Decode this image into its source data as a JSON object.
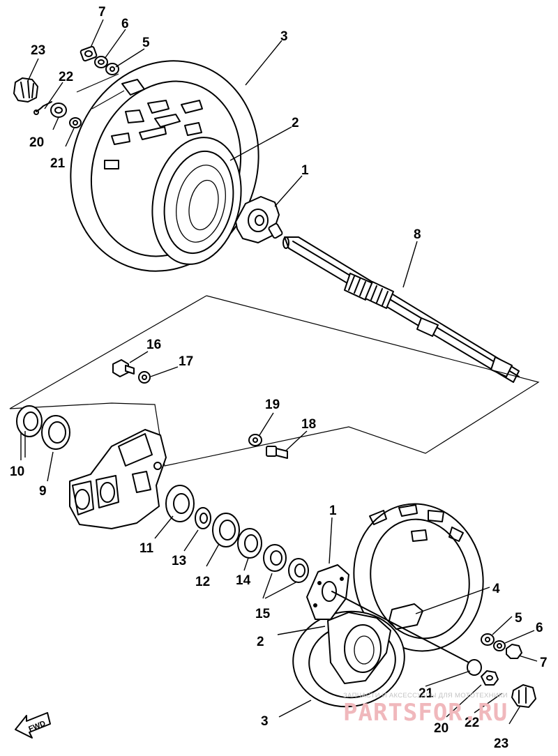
{
  "callouts": {
    "c7_top": "7",
    "c6_top": "6",
    "c5_top": "5",
    "c23_top": "23",
    "c22_top": "22",
    "c3_top": "3",
    "c2_top": "2",
    "c20_top": "20",
    "c21_top": "21",
    "c1_top": "1",
    "c8": "8",
    "c16": "16",
    "c17": "17",
    "c19": "19",
    "c18": "18",
    "c10": "10",
    "c9": "9",
    "c11": "11",
    "c13": "13",
    "c12": "12",
    "c14": "14",
    "c15": "15",
    "c1_bot": "1",
    "c4": "4",
    "c5_bot": "5",
    "c6_bot": "6",
    "c7_bot": "7",
    "c2_bot": "2",
    "c21_bot": "21",
    "c3_bot": "3",
    "c20_bot": "20",
    "c22_bot": "22",
    "c23_bot": "23"
  },
  "fwd_label": "FWD",
  "watermark": {
    "tagline": "ЗАПЧАСТИ И АКСЕССУАРЫ ДЛЯ МОТОТЕХНИКИ",
    "brand": "PARTSFOR.RU"
  },
  "colors": {
    "ink": "#000000",
    "watermark_brand": "#f0b8bc",
    "watermark_tagline": "#c4c4c4"
  }
}
